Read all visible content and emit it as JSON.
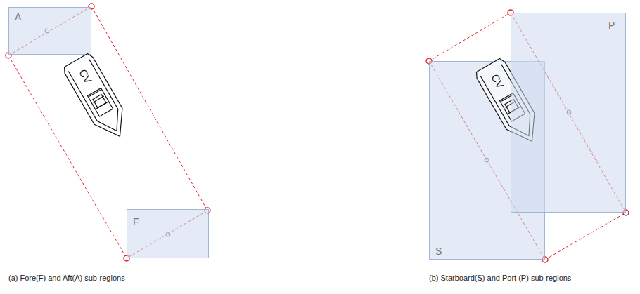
{
  "diagram": {
    "nodes": [
      {
        "text": [
          "A"
        ]
      },
      {
        "text": [
          "CV"
        ]
      },
      {
        "text": [
          "F"
        ]
      },
      {
        "text": [
          "P"
        ]
      },
      {
        "text": [
          "CV"
        ]
      },
      {
        "text": [
          "S"
        ]
      }
    ],
    "labels": [
      "(a) Fore(F) and Aft(A) sub-regions",
      "(b) Starboard(S) and Port (P) sub-regions"
    ]
  }
}
